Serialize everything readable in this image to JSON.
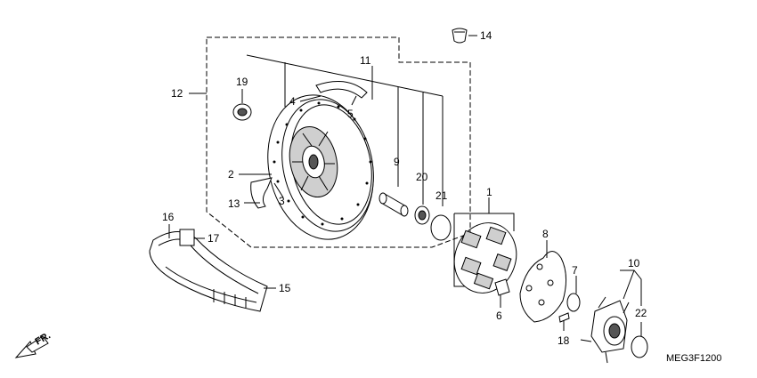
{
  "diagram": {
    "code": "MEG3F1200",
    "direction_label": "FR.",
    "callouts": {
      "c1": "1",
      "c2": "2",
      "c3": "3",
      "c4": "4",
      "c5": "5",
      "c6": "6",
      "c7": "7",
      "c8": "8",
      "c9": "9",
      "c10": "10",
      "c11": "11",
      "c12": "12",
      "c13": "13",
      "c14": "14",
      "c15": "15",
      "c16": "16",
      "c17": "17",
      "c18": "18",
      "c19": "19",
      "c20": "20",
      "c21": "21",
      "c22": "22"
    }
  }
}
